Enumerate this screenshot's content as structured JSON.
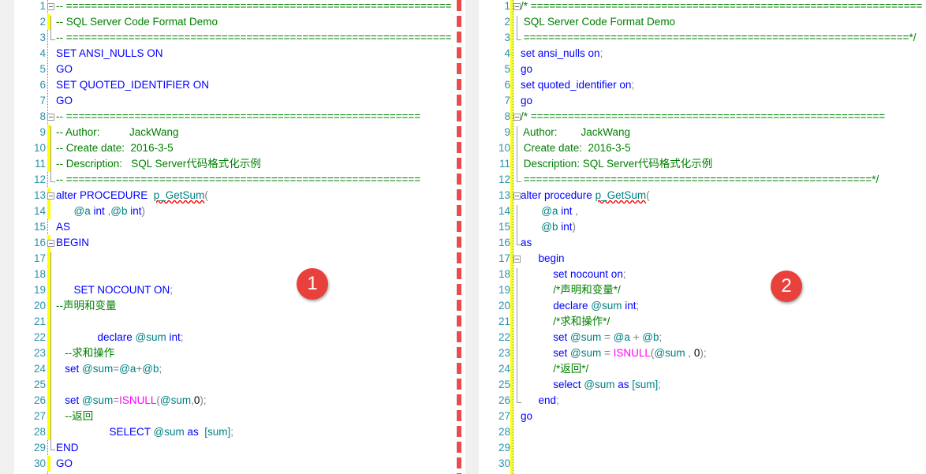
{
  "left": {
    "lines": [
      [
        [
          "-- ==============================================================",
          "c"
        ]
      ],
      [
        [
          "-- SQL Server Code Format Demo",
          "c"
        ]
      ],
      [
        [
          "-- ==============================================================",
          "c"
        ]
      ],
      [
        [
          "SET ANSI_NULLS ON",
          "k"
        ]
      ],
      [
        [
          "GO",
          "k"
        ]
      ],
      [
        [
          "SET QUOTED_IDENTIFIER ON",
          "k"
        ]
      ],
      [
        [
          "GO",
          "k"
        ]
      ],
      [
        [
          "-- =========================================================",
          "c"
        ]
      ],
      [
        [
          "-- Author:          JackWang",
          "c"
        ]
      ],
      [
        [
          "-- Create date:  2016-3-5",
          "c"
        ]
      ],
      [
        [
          "-- Description:   SQL Server代码格式化示例",
          "c"
        ]
      ],
      [
        [
          "-- =========================================================",
          "c"
        ]
      ],
      [
        [
          "alter PROCEDURE  ",
          "k"
        ],
        [
          "p_GetSum",
          "u"
        ],
        [
          "(",
          "o"
        ]
      ],
      [
        [
          "      @a ",
          "v"
        ],
        [
          "int ",
          "k"
        ],
        [
          ",",
          "o"
        ],
        [
          "@b ",
          "v"
        ],
        [
          "int",
          "k"
        ],
        [
          ")",
          "o"
        ]
      ],
      [
        [
          "AS",
          "k"
        ]
      ],
      [
        [
          "BEGIN",
          "k"
        ]
      ],
      [],
      [],
      [
        [
          "      SET NOCOUNT ON",
          "k"
        ],
        [
          ";",
          "o"
        ]
      ],
      [
        [
          "--声明和变量",
          "c"
        ]
      ],
      [],
      [
        [
          "              declare ",
          "k"
        ],
        [
          "@sum ",
          "v"
        ],
        [
          "int",
          "k"
        ],
        [
          ";",
          "o"
        ]
      ],
      [
        [
          "   --求和操作",
          "c"
        ]
      ],
      [
        [
          "   set ",
          "k"
        ],
        [
          "@sum",
          "v"
        ],
        [
          "=",
          "o"
        ],
        [
          "@a",
          "v"
        ],
        [
          "+",
          "o"
        ],
        [
          "@b",
          "v"
        ],
        [
          ";",
          "o"
        ]
      ],
      [],
      [
        [
          "   set ",
          "k"
        ],
        [
          "@sum",
          "v"
        ],
        [
          "=",
          "o"
        ],
        [
          "ISNULL",
          "f"
        ],
        [
          "(",
          "o"
        ],
        [
          "@sum",
          "v"
        ],
        [
          ",",
          "o"
        ],
        [
          "0",
          "t"
        ],
        [
          ");",
          "o"
        ]
      ],
      [
        [
          "   --返回",
          "c"
        ]
      ],
      [
        [
          "                  SELECT ",
          "k"
        ],
        [
          "@sum ",
          "v"
        ],
        [
          "as  ",
          "k"
        ],
        [
          "[sum]",
          "v"
        ],
        [
          ";",
          "o"
        ]
      ],
      [
        [
          "END",
          "k"
        ]
      ],
      [
        [
          "GO",
          "k"
        ]
      ]
    ]
  },
  "right": {
    "lines": [
      [
        [
          "/* ===============================================================",
          "c"
        ]
      ],
      [
        [
          " SQL Server Code Format Demo",
          "c"
        ]
      ],
      [
        [
          " ==============================================================*/",
          "c"
        ]
      ],
      [
        [
          "set ansi_nulls on",
          "k"
        ],
        [
          ";",
          "o"
        ]
      ],
      [
        [
          "go",
          "k"
        ]
      ],
      [
        [
          "set quoted_identifier on",
          "k"
        ],
        [
          ";",
          "o"
        ]
      ],
      [
        [
          "go",
          "k"
        ]
      ],
      [
        [
          "/* =========================================================",
          "c"
        ]
      ],
      [
        [
          " Author:        JackWang",
          "c"
        ]
      ],
      [
        [
          " Create date:  2016-3-5",
          "c"
        ]
      ],
      [
        [
          " Description: SQL Server代码格式化示例",
          "c"
        ]
      ],
      [
        [
          " ========================================================*/",
          "c"
        ]
      ],
      [
        [
          "alter procedure ",
          "k"
        ],
        [
          "p_GetSum",
          "u"
        ],
        [
          "(",
          "o"
        ]
      ],
      [
        [
          "       @a ",
          "v"
        ],
        [
          "int ",
          "k"
        ],
        [
          ",",
          "o"
        ]
      ],
      [
        [
          "       @b ",
          "v"
        ],
        [
          "int",
          "k"
        ],
        [
          ")",
          "o"
        ]
      ],
      [
        [
          "as",
          "k"
        ]
      ],
      [
        [
          "      begin",
          "k"
        ]
      ],
      [
        [
          "           set nocount on",
          "k"
        ],
        [
          ";",
          "o"
        ]
      ],
      [
        [
          "           /*声明和变量*/",
          "c"
        ]
      ],
      [
        [
          "           declare ",
          "k"
        ],
        [
          "@sum ",
          "v"
        ],
        [
          "int",
          "k"
        ],
        [
          ";",
          "o"
        ]
      ],
      [
        [
          "           /*求和操作*/",
          "c"
        ]
      ],
      [
        [
          "           set ",
          "k"
        ],
        [
          "@sum ",
          "v"
        ],
        [
          "= ",
          "o"
        ],
        [
          "@a ",
          "v"
        ],
        [
          "+ ",
          "o"
        ],
        [
          "@b",
          "v"
        ],
        [
          ";",
          "o"
        ]
      ],
      [
        [
          "           set ",
          "k"
        ],
        [
          "@sum ",
          "v"
        ],
        [
          "= ",
          "o"
        ],
        [
          "ISNULL",
          "f"
        ],
        [
          "(",
          "o"
        ],
        [
          "@sum ",
          "v"
        ],
        [
          ", ",
          "o"
        ],
        [
          "0",
          "t"
        ],
        [
          ");",
          "o"
        ]
      ],
      [
        [
          "           /*返回*/",
          "c"
        ]
      ],
      [
        [
          "           select ",
          "k"
        ],
        [
          "@sum ",
          "v"
        ],
        [
          "as ",
          "k"
        ],
        [
          "[sum]",
          "v"
        ],
        [
          ";",
          "o"
        ]
      ],
      [
        [
          "      end",
          "k"
        ],
        [
          ";",
          "o"
        ]
      ],
      [
        [
          "go",
          "k"
        ]
      ],
      [],
      [],
      []
    ]
  },
  "badges": [
    "1",
    "2"
  ],
  "colors": {
    "keyword": "#0000ff",
    "comment": "#008000",
    "function": "#ff00ff",
    "line_number": "#2b91af",
    "badge": "#e8403b",
    "divider": "#e84c4c"
  }
}
